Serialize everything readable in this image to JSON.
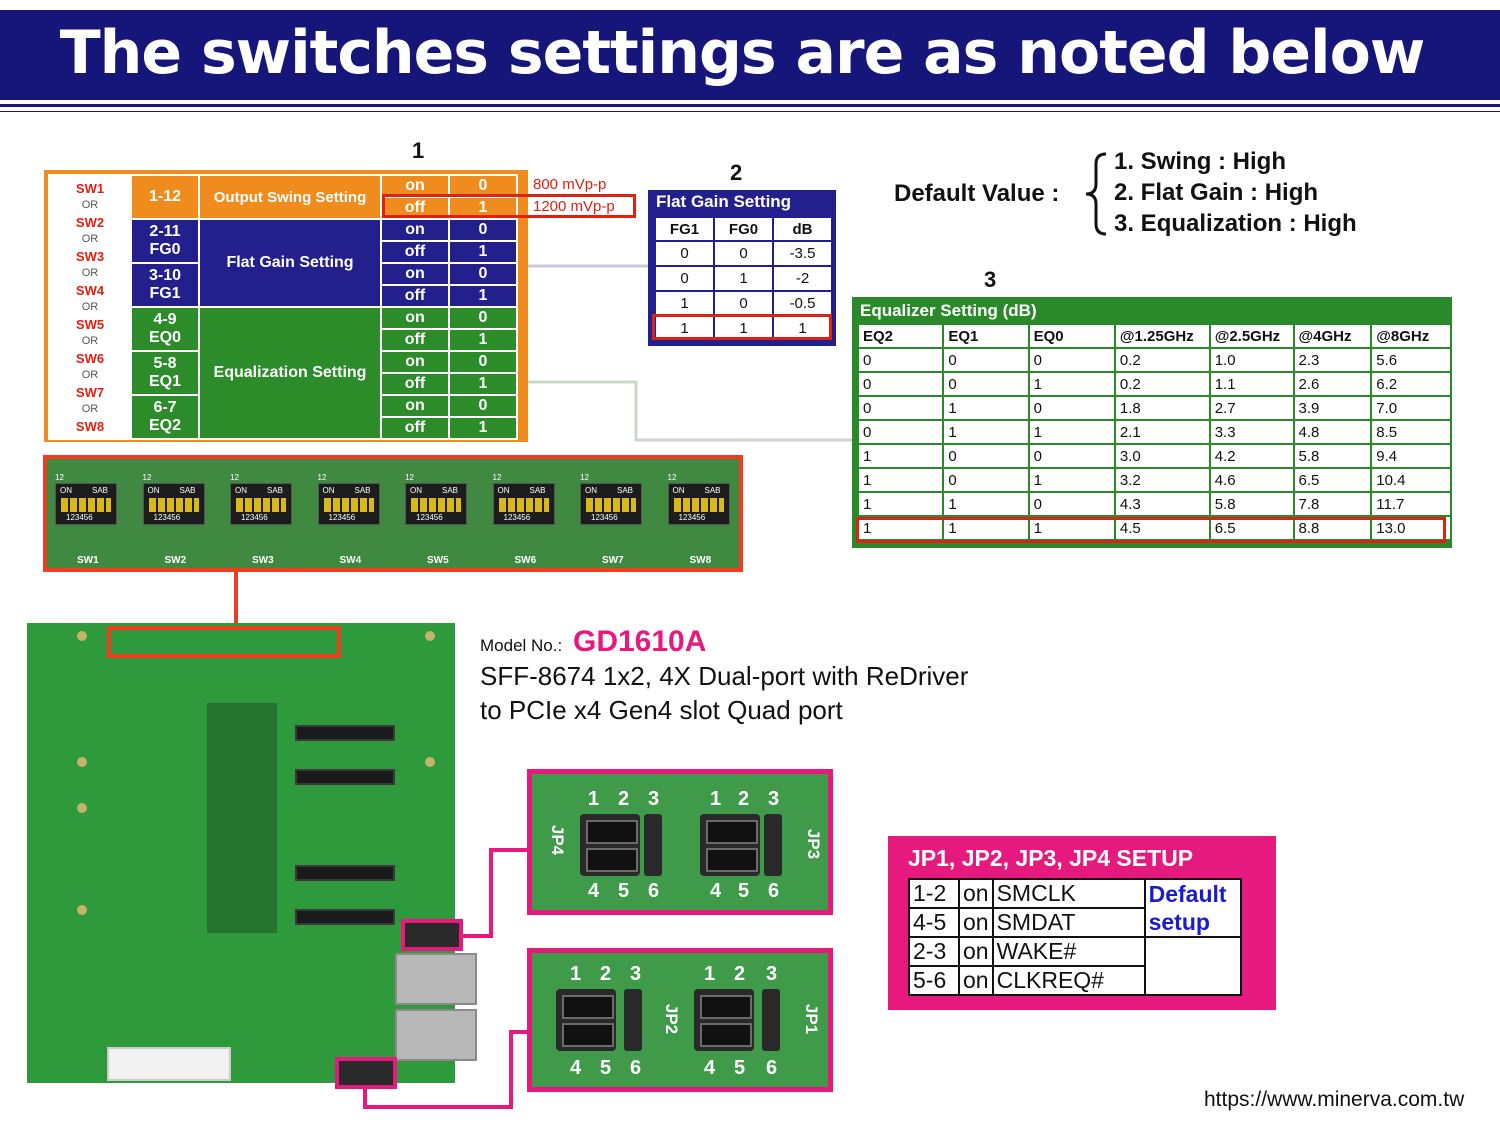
{
  "title": "The switches settings are as noted below",
  "section_numbers": {
    "s1": "1",
    "s2": "2",
    "s3": "3"
  },
  "table1": {
    "switch_labels": [
      "SW1",
      "SW2",
      "SW3",
      "SW4",
      "SW5",
      "SW6",
      "SW7",
      "SW8"
    ],
    "or_text": "OR",
    "rows": [
      {
        "pins": "1-12",
        "setting": "Output Swing Setting",
        "states": [
          {
            "state": "on",
            "value": "0",
            "note": "800 mVp-p"
          },
          {
            "state": "off",
            "value": "1",
            "note": "1200 mVp-p"
          }
        ]
      },
      {
        "pins": "2-11",
        "sub": "FG0",
        "setting": "Flat Gain Setting",
        "states": [
          {
            "state": "on",
            "value": "0"
          },
          {
            "state": "off",
            "value": "1"
          }
        ]
      },
      {
        "pins": "3-10",
        "sub": "FG1",
        "states": [
          {
            "state": "on",
            "value": "0"
          },
          {
            "state": "off",
            "value": "1"
          }
        ]
      },
      {
        "pins": "4-9",
        "sub": "EQ0",
        "setting": "Equalization Setting",
        "states": [
          {
            "state": "on",
            "value": "0"
          },
          {
            "state": "off",
            "value": "1"
          }
        ]
      },
      {
        "pins": "5-8",
        "sub": "EQ1",
        "states": [
          {
            "state": "on",
            "value": "0"
          },
          {
            "state": "off",
            "value": "1"
          }
        ]
      },
      {
        "pins": "6-7",
        "sub": "EQ2",
        "states": [
          {
            "state": "on",
            "value": "0"
          },
          {
            "state": "off",
            "value": "1"
          }
        ]
      }
    ]
  },
  "table2": {
    "title": "Flat Gain Setting",
    "headers": [
      "FG1",
      "FG0",
      "dB"
    ],
    "rows": [
      [
        "0",
        "0",
        "-3.5"
      ],
      [
        "0",
        "1",
        "-2"
      ],
      [
        "1",
        "0",
        "-0.5"
      ],
      [
        "1",
        "1",
        "1"
      ]
    ]
  },
  "table3": {
    "title": "Equalizer Setting (dB)",
    "headers": [
      "EQ2",
      "EQ1",
      "EQ0",
      "@1.25GHz",
      "@2.5GHz",
      "@4GHz",
      "@8GHz"
    ],
    "rows": [
      [
        "0",
        "0",
        "0",
        "0.2",
        "1.0",
        "2.3",
        "5.6"
      ],
      [
        "0",
        "0",
        "1",
        "0.2",
        "1.1",
        "2.6",
        "6.2"
      ],
      [
        "0",
        "1",
        "0",
        "1.8",
        "2.7",
        "3.9",
        "7.0"
      ],
      [
        "0",
        "1",
        "1",
        "2.1",
        "3.3",
        "4.8",
        "8.5"
      ],
      [
        "1",
        "0",
        "0",
        "3.0",
        "4.2",
        "5.8",
        "9.4"
      ],
      [
        "1",
        "0",
        "1",
        "3.2",
        "4.6",
        "6.5",
        "10.4"
      ],
      [
        "1",
        "1",
        "0",
        "4.3",
        "5.8",
        "7.8",
        "11.7"
      ],
      [
        "1",
        "1",
        "1",
        "4.5",
        "6.5",
        "8.8",
        "13.0"
      ]
    ]
  },
  "defaults": {
    "label": "Default Value :",
    "items": [
      "1. Swing : High",
      "2. Flat Gain : High",
      "3. Equalization : High"
    ]
  },
  "switch_photo": {
    "labels": [
      "SW1",
      "SW2",
      "SW3",
      "SW4",
      "SW5",
      "SW6",
      "SW7",
      "SW8"
    ],
    "top_text": "12",
    "on_text": "ON",
    "sab_text": "SAB",
    "nums_text": "123456"
  },
  "model": {
    "label": "Model No.:",
    "number": "GD1610A",
    "line1": "SFF-8674 1x2, 4X Dual-port with ReDriver",
    "line2": "to PCIe x4 Gen4 slot Quad port"
  },
  "jumpers": {
    "top_nums": [
      "1",
      "2",
      "3"
    ],
    "bottom_nums": [
      "4",
      "5",
      "6"
    ],
    "jp4": "JP4",
    "jp3": "JP3",
    "jp2": "JP2",
    "jp1": "JP1"
  },
  "jp_setup": {
    "title": "JP1, JP2, JP3, JP4 SETUP",
    "rows": [
      [
        "1-2",
        "on",
        "SMCLK"
      ],
      [
        "4-5",
        "on",
        "SMDAT"
      ],
      [
        "2-3",
        "on",
        "WAKE#"
      ],
      [
        "5-6",
        "on",
        "CLKREQ#"
      ]
    ],
    "default_line1": "Default",
    "default_line2": "setup"
  },
  "url": "https://www.minerva.com.tw",
  "colors": {
    "navy": "#15157a",
    "orange": "#f08c1e",
    "blue": "#23208e",
    "green": "#2a8a2a",
    "pink": "#e5197e",
    "red": "#e02010"
  }
}
